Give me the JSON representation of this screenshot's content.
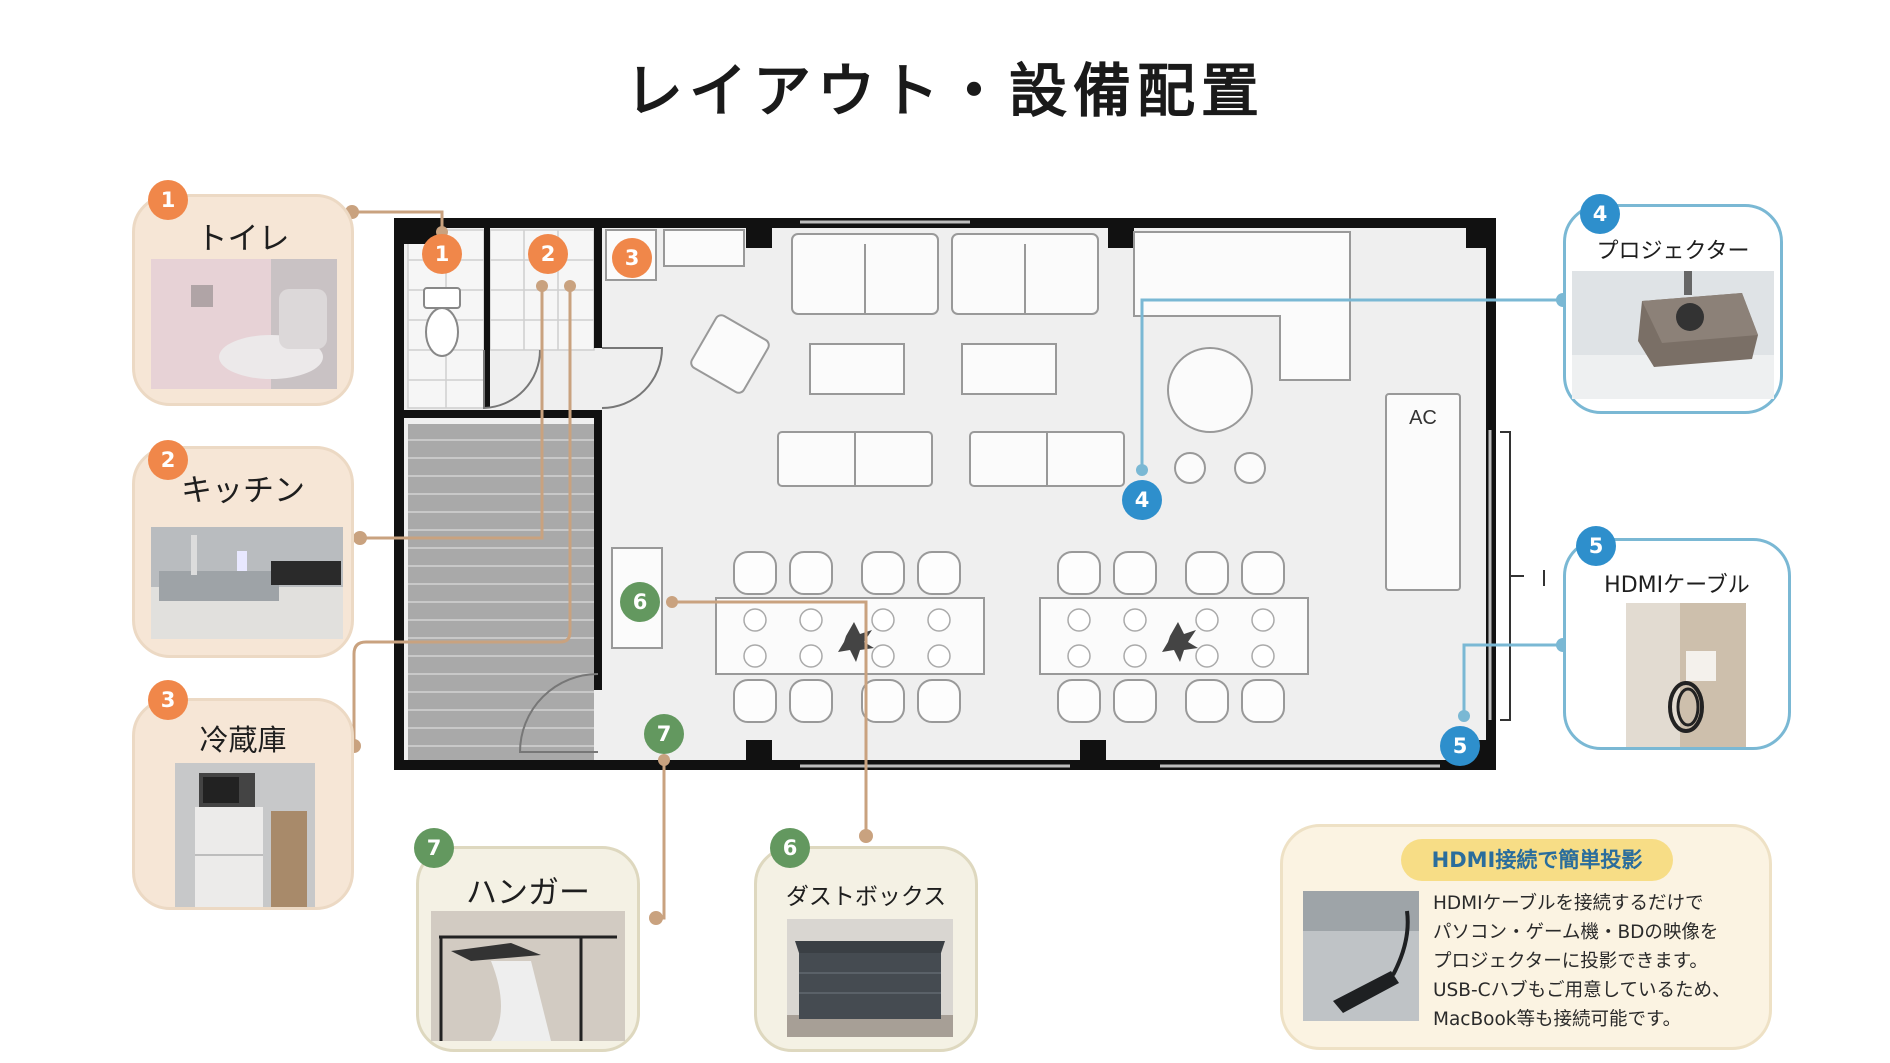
{
  "title": "レイアウト・設備配置",
  "plan": {
    "ac_label": "AC"
  },
  "colors": {
    "orange": "#f0874a",
    "blue": "#2e8fcc",
    "green": "#63985f",
    "line_brown": "#c9a27f",
    "line_blue": "#7ab8d4"
  },
  "items": [
    {
      "number": "1",
      "label": "トイレ",
      "color": "orange"
    },
    {
      "number": "2",
      "label": "キッチン",
      "color": "orange"
    },
    {
      "number": "3",
      "label": "冷蔵庫",
      "color": "orange"
    },
    {
      "number": "4",
      "label": "プロジェクター",
      "color": "blue"
    },
    {
      "number": "5",
      "label": "HDMIケーブル",
      "color": "blue"
    },
    {
      "number": "6",
      "label": "ダストボックス",
      "color": "green"
    },
    {
      "number": "7",
      "label": "ハンガー",
      "color": "green"
    }
  ],
  "info": {
    "heading": "HDMI接続で簡単投影",
    "lines": [
      "HDMIケーブルを接続するだけで",
      "パソコン・ゲーム機・BDの映像を",
      "プロジェクターに投影できます。",
      "USB-Cハブもご用意しているため、",
      "MacBook等も接続可能です。"
    ]
  }
}
